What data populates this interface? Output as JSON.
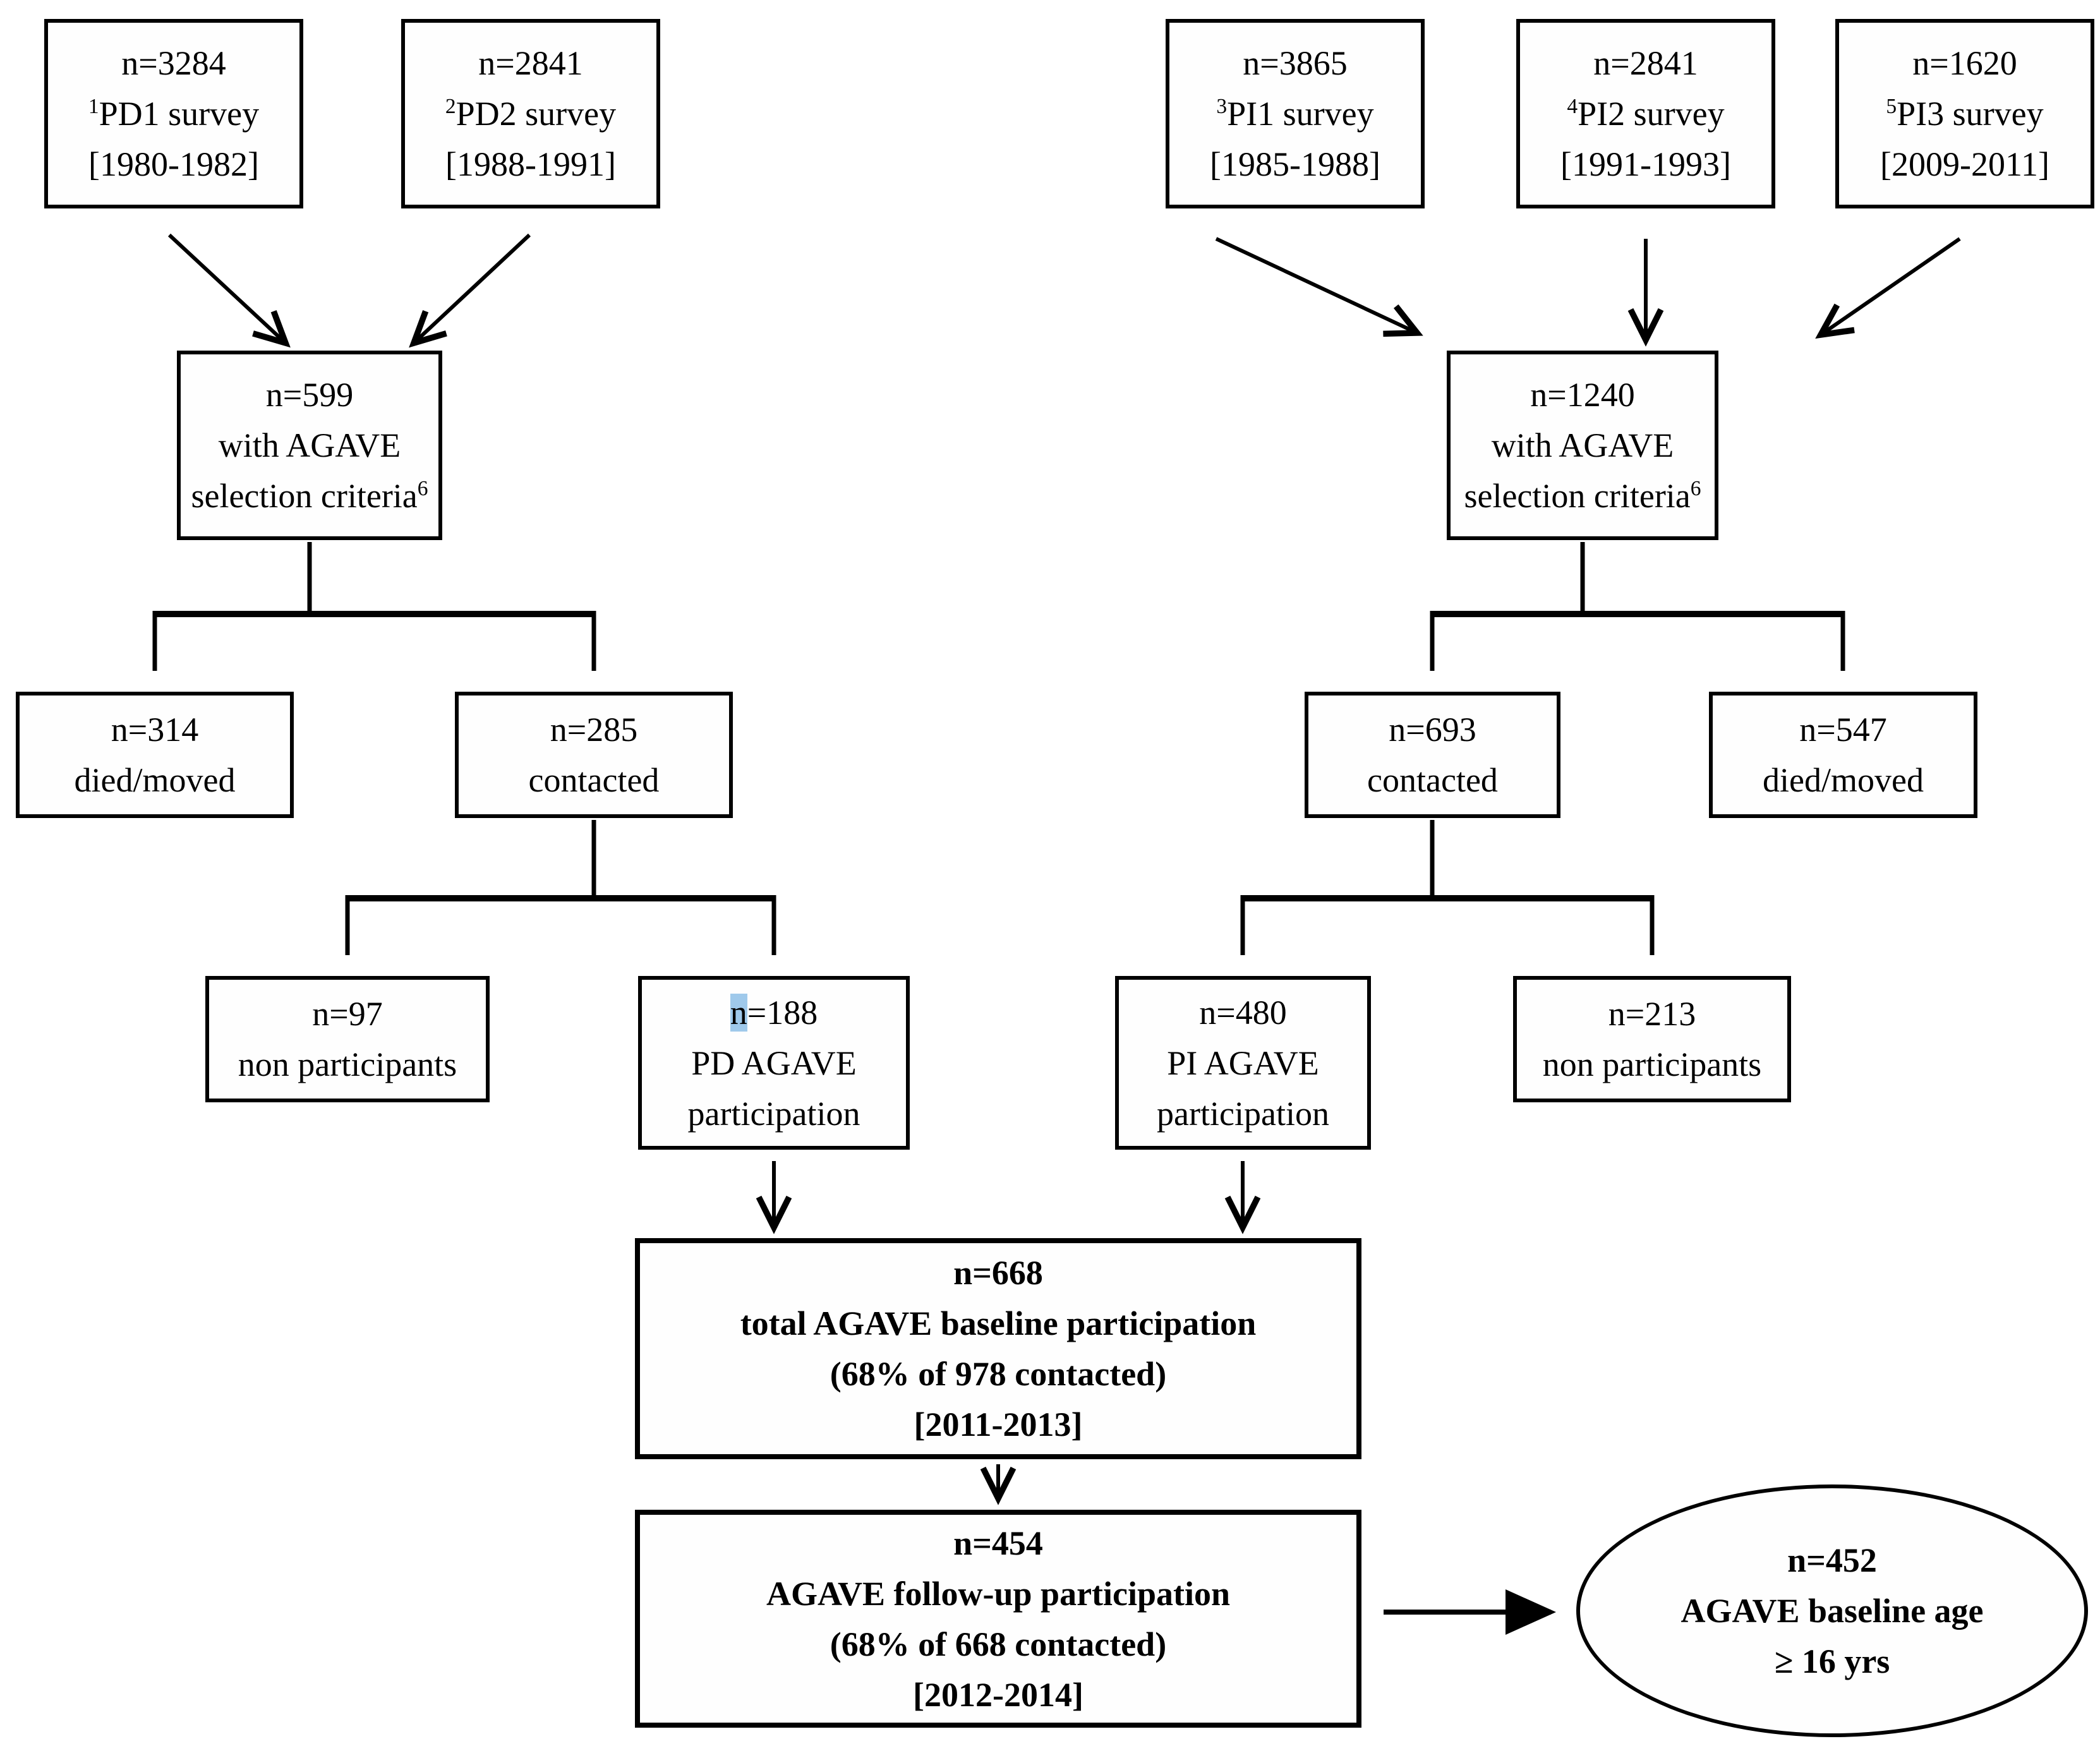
{
  "diagram": {
    "title": "AGAVE study participant flow diagram",
    "highlight_color": "#9fc9eb",
    "line_color": "#000000",
    "boxes": [
      {
        "id": "pd1-survey",
        "shape": "rect",
        "bold": false,
        "lines": [
          {
            "text": "n=3284"
          },
          {
            "sup_before": "1",
            "text": "PD1 survey"
          },
          {
            "text": "[1980-1982]"
          }
        ]
      },
      {
        "id": "pd2-survey",
        "shape": "rect",
        "bold": false,
        "lines": [
          {
            "text": "n=2841"
          },
          {
            "sup_before": "2",
            "text": "PD2 survey"
          },
          {
            "text": "[1988-1991]"
          }
        ]
      },
      {
        "id": "pi1-survey",
        "shape": "rect",
        "bold": false,
        "lines": [
          {
            "text": "n=3865"
          },
          {
            "sup_before": "3",
            "text": "PI1 survey"
          },
          {
            "text": "[1985-1988]"
          }
        ]
      },
      {
        "id": "pi2-survey",
        "shape": "rect",
        "bold": false,
        "lines": [
          {
            "text": "n=2841"
          },
          {
            "sup_before": "4",
            "text": "PI2 survey"
          },
          {
            "text": "[1991-1993]"
          }
        ]
      },
      {
        "id": "pi3-survey",
        "shape": "rect",
        "bold": false,
        "lines": [
          {
            "text": "n=1620"
          },
          {
            "sup_before": "5",
            "text": "PI3 survey"
          },
          {
            "text": "[2009-2011]"
          }
        ]
      },
      {
        "id": "pd-selection",
        "shape": "rect",
        "bold": false,
        "lines": [
          {
            "text": "n=599"
          },
          {
            "text": "with AGAVE"
          },
          {
            "text": "selection criteria",
            "sup_after": "6"
          }
        ]
      },
      {
        "id": "pi-selection",
        "shape": "rect",
        "bold": false,
        "lines": [
          {
            "text": "n=1240"
          },
          {
            "text": "with AGAVE"
          },
          {
            "text": "selection criteria",
            "sup_after": "6"
          }
        ]
      },
      {
        "id": "pd-died-moved",
        "shape": "rect",
        "bold": false,
        "lines": [
          {
            "text": "n=314"
          },
          {
            "text": "died/moved"
          }
        ]
      },
      {
        "id": "pd-contacted",
        "shape": "rect",
        "bold": false,
        "lines": [
          {
            "text": "n=285"
          },
          {
            "text": "contacted"
          }
        ]
      },
      {
        "id": "pi-contacted",
        "shape": "rect",
        "bold": false,
        "lines": [
          {
            "text": "n=693"
          },
          {
            "text": "contacted"
          }
        ]
      },
      {
        "id": "pi-died-moved",
        "shape": "rect",
        "bold": false,
        "lines": [
          {
            "text": "n=547"
          },
          {
            "text": "died/moved"
          }
        ]
      },
      {
        "id": "pd-non-participants",
        "shape": "rect",
        "bold": false,
        "lines": [
          {
            "text": "n=97"
          },
          {
            "text": "non participants"
          }
        ]
      },
      {
        "id": "pd-participation",
        "shape": "rect",
        "bold": false,
        "lines": [
          {
            "text": "n=188",
            "highlight_first": true
          },
          {
            "text": "PD AGAVE"
          },
          {
            "text": "participation"
          }
        ]
      },
      {
        "id": "pi-participation",
        "shape": "rect",
        "bold": false,
        "lines": [
          {
            "text": "n=480"
          },
          {
            "text": "PI AGAVE"
          },
          {
            "text": "participation"
          }
        ]
      },
      {
        "id": "pi-non-participants",
        "shape": "rect",
        "bold": false,
        "lines": [
          {
            "text": "n=213"
          },
          {
            "text": "non participants"
          }
        ]
      },
      {
        "id": "baseline-total",
        "shape": "rect",
        "bold": true,
        "lines": [
          {
            "text": "n=668"
          },
          {
            "text": "total AGAVE baseline participation"
          },
          {
            "text": "(68% of 978 contacted)"
          },
          {
            "text": "[2011-2013]"
          }
        ]
      },
      {
        "id": "followup",
        "shape": "rect",
        "bold": true,
        "lines": [
          {
            "text": "n=454"
          },
          {
            "text": "AGAVE follow-up participation"
          },
          {
            "text": "(68% of 668 contacted)"
          },
          {
            "text": "[2012-2014]"
          }
        ]
      },
      {
        "id": "baseline-age",
        "shape": "ellipse",
        "bold": true,
        "lines": [
          {
            "text": "n=452"
          },
          {
            "text": "AGAVE baseline age"
          },
          {
            "text": "≥ 16 yrs"
          }
        ]
      }
    ]
  }
}
